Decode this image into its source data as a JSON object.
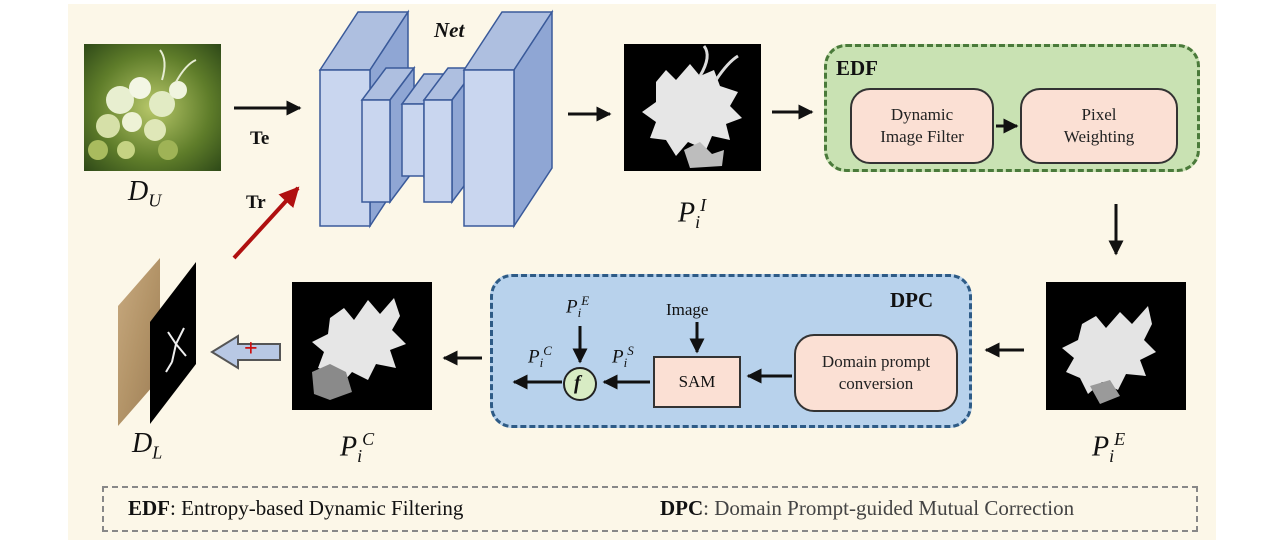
{
  "net_label": "Net",
  "te_label": "Te",
  "tr_label": "Tr",
  "du_label": {
    "base": "D",
    "sub": "U"
  },
  "dl_label": {
    "base": "D",
    "sub": "L"
  },
  "pi_label": {
    "base": "P",
    "sub": "i",
    "sup": "I"
  },
  "pe_label": {
    "base": "P",
    "sub": "i",
    "sup": "E"
  },
  "pc_label": {
    "base": "P",
    "sub": "i",
    "sup": "C"
  },
  "edf": {
    "title": "EDF",
    "box1": "Dynamic\nImage Filter",
    "box2": "Pixel\nWeighting"
  },
  "dpc": {
    "title": "DPC",
    "image_label": "Image",
    "sam_label": "SAM",
    "domain_box": "Domain prompt\nconversion",
    "f_label": "f",
    "pe_small": {
      "base": "P",
      "sub": "i",
      "sup": "E"
    },
    "ps_small": {
      "base": "P",
      "sub": "i",
      "sup": "S"
    },
    "pc_small": {
      "base": "P",
      "sub": "i",
      "sup": "C"
    }
  },
  "plus_label": "+",
  "legend": {
    "edf_abbr": "EDF",
    "edf_text": ": Entropy-based Dynamic Filtering",
    "dpc_abbr": "DPC",
    "dpc_text": ": Domain Prompt-guided Mutual Correction"
  },
  "colors": {
    "background": "#fcf7e8",
    "edf_fill": "#c9e2b3",
    "dpc_fill": "#b8d2ec",
    "box_fill": "#fbe0d4",
    "tr_arrow": "#b01010",
    "plus": "#cc1111"
  }
}
